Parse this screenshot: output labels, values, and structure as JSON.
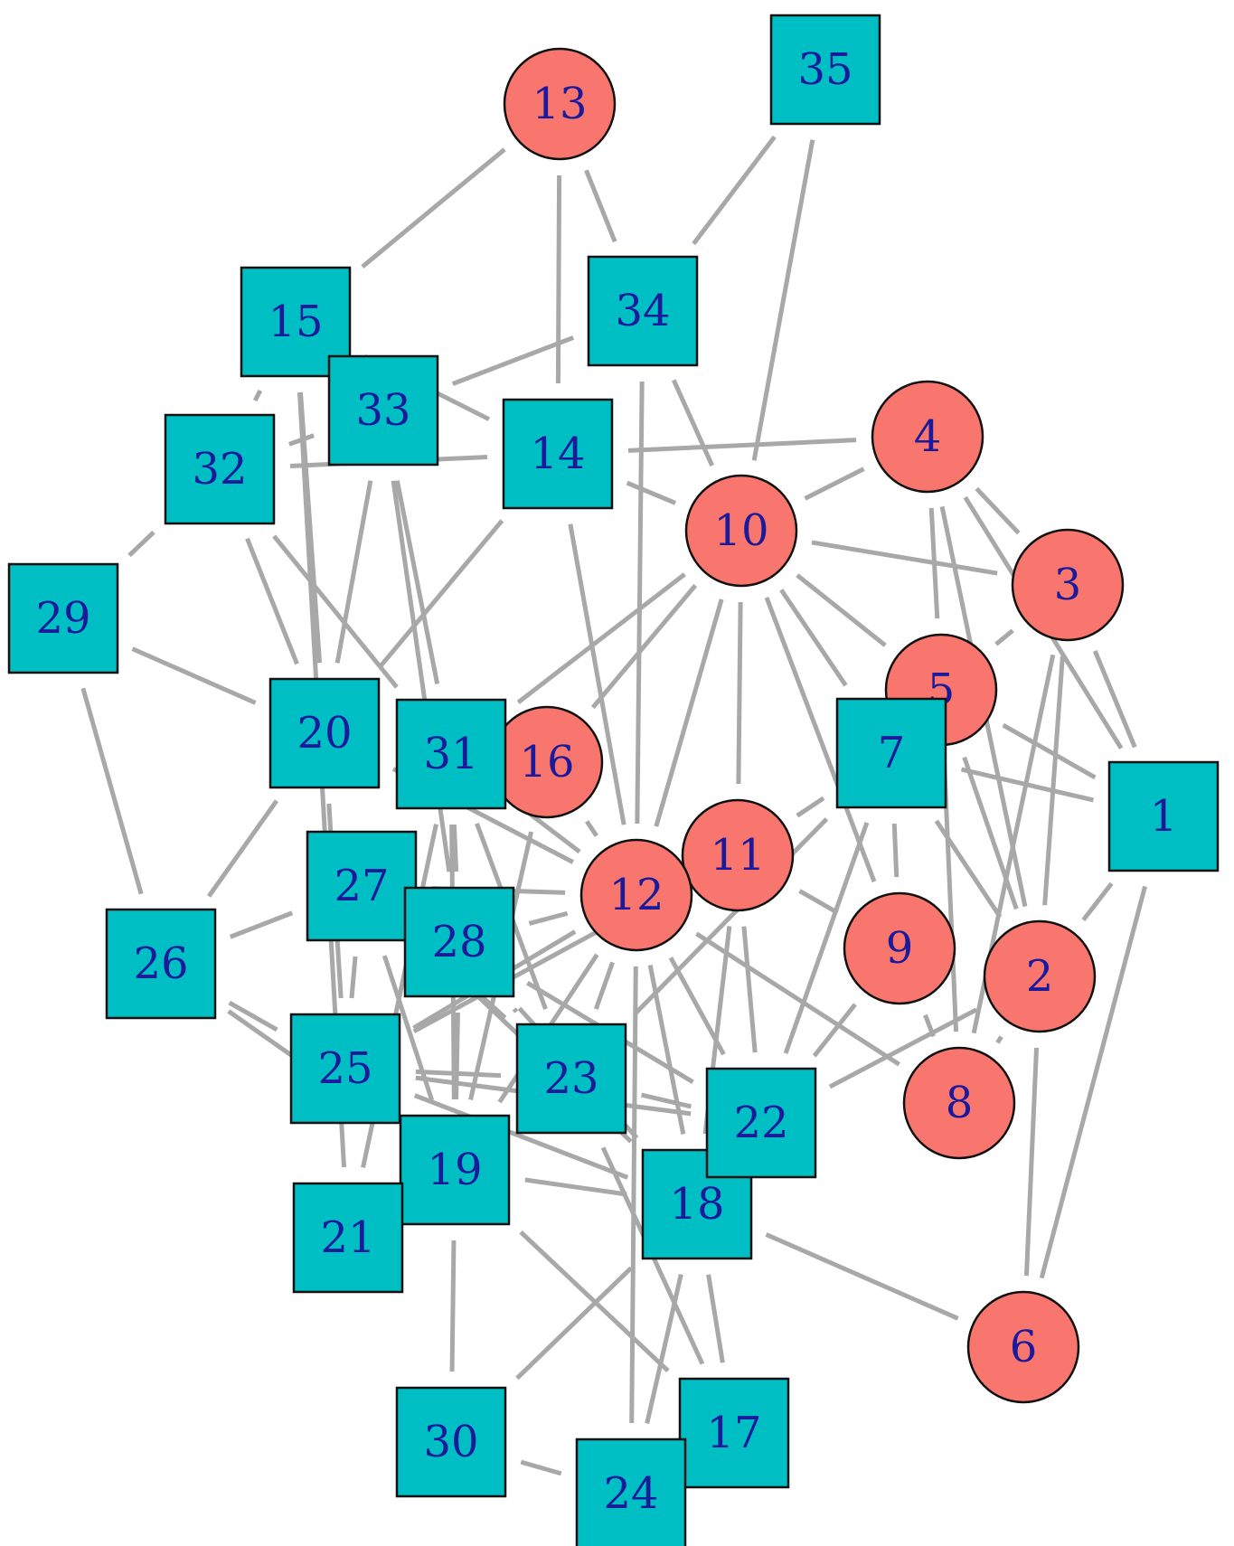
{
  "colors": {
    "circle_fill": "#f8766d",
    "square_fill": "#00bfc4",
    "label": "#1a1a9a",
    "edge": "#a8a8a8"
  },
  "nodes": [
    {
      "id": "1",
      "shape": "square"
    },
    {
      "id": "2",
      "shape": "circle"
    },
    {
      "id": "3",
      "shape": "circle"
    },
    {
      "id": "4",
      "shape": "circle"
    },
    {
      "id": "5",
      "shape": "circle"
    },
    {
      "id": "6",
      "shape": "circle"
    },
    {
      "id": "7",
      "shape": "square"
    },
    {
      "id": "8",
      "shape": "circle"
    },
    {
      "id": "9",
      "shape": "circle"
    },
    {
      "id": "10",
      "shape": "circle"
    },
    {
      "id": "11",
      "shape": "circle"
    },
    {
      "id": "12",
      "shape": "circle"
    },
    {
      "id": "13",
      "shape": "circle"
    },
    {
      "id": "14",
      "shape": "square"
    },
    {
      "id": "15",
      "shape": "square"
    },
    {
      "id": "16",
      "shape": "circle"
    },
    {
      "id": "17",
      "shape": "square"
    },
    {
      "id": "18",
      "shape": "square"
    },
    {
      "id": "19",
      "shape": "square"
    },
    {
      "id": "20",
      "shape": "square"
    },
    {
      "id": "21",
      "shape": "square"
    },
    {
      "id": "22",
      "shape": "square"
    },
    {
      "id": "23",
      "shape": "square"
    },
    {
      "id": "24",
      "shape": "square"
    },
    {
      "id": "25",
      "shape": "square"
    },
    {
      "id": "26",
      "shape": "square"
    },
    {
      "id": "27",
      "shape": "square"
    },
    {
      "id": "28",
      "shape": "square"
    },
    {
      "id": "29",
      "shape": "square"
    },
    {
      "id": "30",
      "shape": "square"
    },
    {
      "id": "31",
      "shape": "square"
    },
    {
      "id": "32",
      "shape": "square"
    },
    {
      "id": "33",
      "shape": "square"
    },
    {
      "id": "34",
      "shape": "square"
    },
    {
      "id": "35",
      "shape": "square"
    }
  ],
  "edges": [
    [
      "13",
      "15"
    ],
    [
      "13",
      "14"
    ],
    [
      "13",
      "34"
    ],
    [
      "35",
      "34"
    ],
    [
      "35",
      "10"
    ],
    [
      "15",
      "33"
    ],
    [
      "15",
      "14"
    ],
    [
      "15",
      "32"
    ],
    [
      "15",
      "20"
    ],
    [
      "15",
      "21"
    ],
    [
      "33",
      "34"
    ],
    [
      "33",
      "32"
    ],
    [
      "33",
      "20"
    ],
    [
      "33",
      "31"
    ],
    [
      "33",
      "28"
    ],
    [
      "32",
      "14"
    ],
    [
      "32",
      "29"
    ],
    [
      "32",
      "20"
    ],
    [
      "32",
      "31"
    ],
    [
      "14",
      "4"
    ],
    [
      "14",
      "10"
    ],
    [
      "14",
      "20"
    ],
    [
      "14",
      "12"
    ],
    [
      "34",
      "12"
    ],
    [
      "34",
      "10"
    ],
    [
      "4",
      "10"
    ],
    [
      "4",
      "3"
    ],
    [
      "4",
      "5"
    ],
    [
      "4",
      "2"
    ],
    [
      "4",
      "1"
    ],
    [
      "10",
      "3"
    ],
    [
      "10",
      "5"
    ],
    [
      "10",
      "7"
    ],
    [
      "10",
      "11"
    ],
    [
      "10",
      "12"
    ],
    [
      "10",
      "31"
    ],
    [
      "10",
      "16"
    ],
    [
      "10",
      "9"
    ],
    [
      "3",
      "5"
    ],
    [
      "3",
      "1"
    ],
    [
      "3",
      "2"
    ],
    [
      "3",
      "8"
    ],
    [
      "5",
      "1"
    ],
    [
      "5",
      "2"
    ],
    [
      "5",
      "8"
    ],
    [
      "7",
      "1"
    ],
    [
      "7",
      "11"
    ],
    [
      "7",
      "23"
    ],
    [
      "7",
      "22"
    ],
    [
      "7",
      "9"
    ],
    [
      "7",
      "2"
    ],
    [
      "1",
      "2"
    ],
    [
      "1",
      "6"
    ],
    [
      "2",
      "6"
    ],
    [
      "2",
      "8"
    ],
    [
      "2",
      "22"
    ],
    [
      "9",
      "8"
    ],
    [
      "9",
      "22"
    ],
    [
      "11",
      "9"
    ],
    [
      "29",
      "20"
    ],
    [
      "29",
      "26"
    ],
    [
      "20",
      "31"
    ],
    [
      "20",
      "12"
    ],
    [
      "20",
      "26"
    ],
    [
      "20",
      "25"
    ],
    [
      "31",
      "16"
    ],
    [
      "31",
      "12"
    ],
    [
      "31",
      "27"
    ],
    [
      "31",
      "28"
    ],
    [
      "31",
      "19"
    ],
    [
      "31",
      "23"
    ],
    [
      "31",
      "21"
    ],
    [
      "16",
      "12"
    ],
    [
      "16",
      "19"
    ],
    [
      "12",
      "11"
    ],
    [
      "12",
      "27"
    ],
    [
      "12",
      "28"
    ],
    [
      "12",
      "25"
    ],
    [
      "12",
      "19"
    ],
    [
      "12",
      "23"
    ],
    [
      "12",
      "22"
    ],
    [
      "12",
      "18"
    ],
    [
      "12",
      "24"
    ],
    [
      "12",
      "8"
    ],
    [
      "11",
      "22"
    ],
    [
      "11",
      "18"
    ],
    [
      "11",
      "25"
    ],
    [
      "26",
      "27"
    ],
    [
      "26",
      "25"
    ],
    [
      "26",
      "19"
    ],
    [
      "27",
      "28"
    ],
    [
      "27",
      "25"
    ],
    [
      "27",
      "19"
    ],
    [
      "27",
      "18"
    ],
    [
      "27",
      "23"
    ],
    [
      "28",
      "25"
    ],
    [
      "28",
      "19"
    ],
    [
      "28",
      "23"
    ],
    [
      "28",
      "22"
    ],
    [
      "28",
      "18"
    ],
    [
      "25",
      "23"
    ],
    [
      "25",
      "19"
    ],
    [
      "25",
      "22"
    ],
    [
      "25",
      "18"
    ],
    [
      "23",
      "22"
    ],
    [
      "23",
      "18"
    ],
    [
      "23",
      "17"
    ],
    [
      "19",
      "18"
    ],
    [
      "19",
      "21"
    ],
    [
      "19",
      "30"
    ],
    [
      "19",
      "17"
    ],
    [
      "22",
      "18"
    ],
    [
      "18",
      "6"
    ],
    [
      "18",
      "30"
    ],
    [
      "18",
      "24"
    ],
    [
      "18",
      "17"
    ],
    [
      "30",
      "24"
    ]
  ]
}
